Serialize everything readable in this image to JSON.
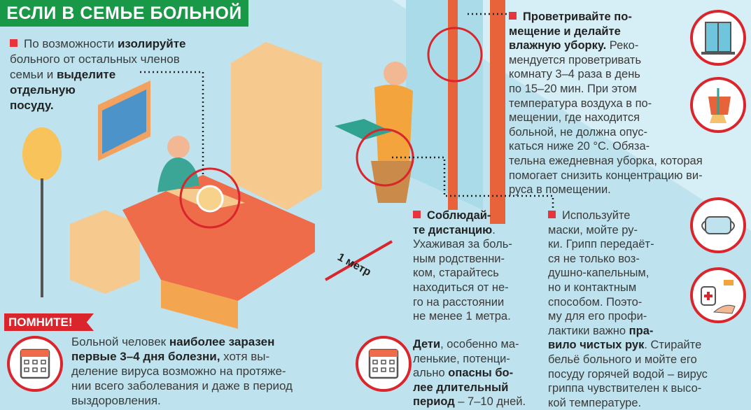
{
  "title": "ЕСЛИ В СЕМЬЕ БОЛЬНОЙ",
  "remember_label": "ПОМНИТЕ!",
  "distance_label": "1 метр",
  "colors": {
    "green": "#199948",
    "red": "#d9252b",
    "background": "#bfe3ee"
  },
  "paragraphs": {
    "isolate": [
      [
        [
          "По возможности ",
          false
        ],
        [
          "изолируйте",
          true
        ]
      ],
      [
        [
          "больного от остальных членов",
          false
        ]
      ],
      [
        [
          "семьи и ",
          false
        ],
        [
          "выделите",
          true
        ]
      ],
      [
        [
          "отдельную",
          true
        ]
      ],
      [
        [
          "посуду.",
          true
        ]
      ]
    ],
    "ventilate": [
      [
        [
          "Проветривайте по-",
          true
        ]
      ],
      [
        [
          "мещение и делайте",
          true
        ]
      ],
      [
        [
          "влажную уборку.",
          true
        ],
        [
          " Реко-",
          false
        ]
      ],
      [
        [
          "мендуется проветривать",
          false
        ]
      ],
      [
        [
          "комнату 3–4 раза в день",
          false
        ]
      ],
      [
        [
          "по 15–20 мин. При этом",
          false
        ]
      ],
      [
        [
          "температура воздуха в по-",
          false
        ]
      ],
      [
        [
          "мещении, где находится",
          false
        ]
      ],
      [
        [
          "больной, не должна опус-",
          false
        ]
      ],
      [
        [
          "каться ниже 20 °С. Обяза-",
          false
        ]
      ],
      [
        [
          "тельна ежедневная уборка, которая",
          false
        ]
      ],
      [
        [
          "помогает снизить концентрацию ви-",
          false
        ]
      ],
      [
        [
          "руса в помещении.",
          false
        ]
      ]
    ],
    "distance": [
      [
        [
          "Соблюдай-",
          true
        ]
      ],
      [
        [
          "те дистанцию",
          true
        ],
        [
          ".",
          false
        ]
      ],
      [
        [
          "Ухаживая за боль-",
          false
        ]
      ],
      [
        [
          "ным родственни-",
          false
        ]
      ],
      [
        [
          "ком, старайтесь",
          false
        ]
      ],
      [
        [
          "находиться от не-",
          false
        ]
      ],
      [
        [
          "го на расстоянии",
          false
        ]
      ],
      [
        [
          "не менее 1 метра.",
          false
        ]
      ]
    ],
    "children": [
      [
        [
          "Дети",
          true
        ],
        [
          ", особенно ма-",
          false
        ]
      ],
      [
        [
          "ленькие, потенци-",
          false
        ]
      ],
      [
        [
          "ально ",
          false
        ],
        [
          "опасны бо-",
          true
        ]
      ],
      [
        [
          "лее длительный",
          true
        ]
      ],
      [
        [
          "период",
          true
        ],
        [
          " – 7–10 дней.",
          false
        ]
      ]
    ],
    "masks": [
      [
        [
          "Используйте",
          false
        ]
      ],
      [
        [
          "маски, мойте ру-",
          false
        ]
      ],
      [
        [
          "ки. Грипп передаёт-",
          false
        ]
      ],
      [
        [
          "ся не только воз-",
          false
        ]
      ],
      [
        [
          "душно-капельным,",
          false
        ]
      ],
      [
        [
          "но и контактным",
          false
        ]
      ],
      [
        [
          "способом. Поэто-",
          false
        ]
      ],
      [
        [
          "му для его профи-",
          false
        ]
      ],
      [
        [
          "лактики важно ",
          false
        ],
        [
          "пра-",
          true
        ]
      ],
      [
        [
          "вило чистых рук",
          true
        ],
        [
          ". Стирайте",
          false
        ]
      ],
      [
        [
          "бельё больного и мойте его",
          false
        ]
      ],
      [
        [
          "посуду горячей водой – вирус",
          false
        ]
      ],
      [
        [
          "гриппа чувствителен к высо-",
          false
        ]
      ],
      [
        [
          "кой температуре.",
          false
        ]
      ]
    ],
    "contagious": [
      [
        [
          "Больной человек ",
          false
        ],
        [
          "наиболее заразен",
          true
        ]
      ],
      [
        [
          "первые 3–4 дня болезни,",
          true
        ],
        [
          " хотя вы-",
          false
        ]
      ],
      [
        [
          "деление вируса возможно на протяже-",
          false
        ]
      ],
      [
        [
          "нии всего заболевания и даже в период",
          false
        ]
      ],
      [
        [
          "выздоровления.",
          false
        ]
      ]
    ]
  }
}
